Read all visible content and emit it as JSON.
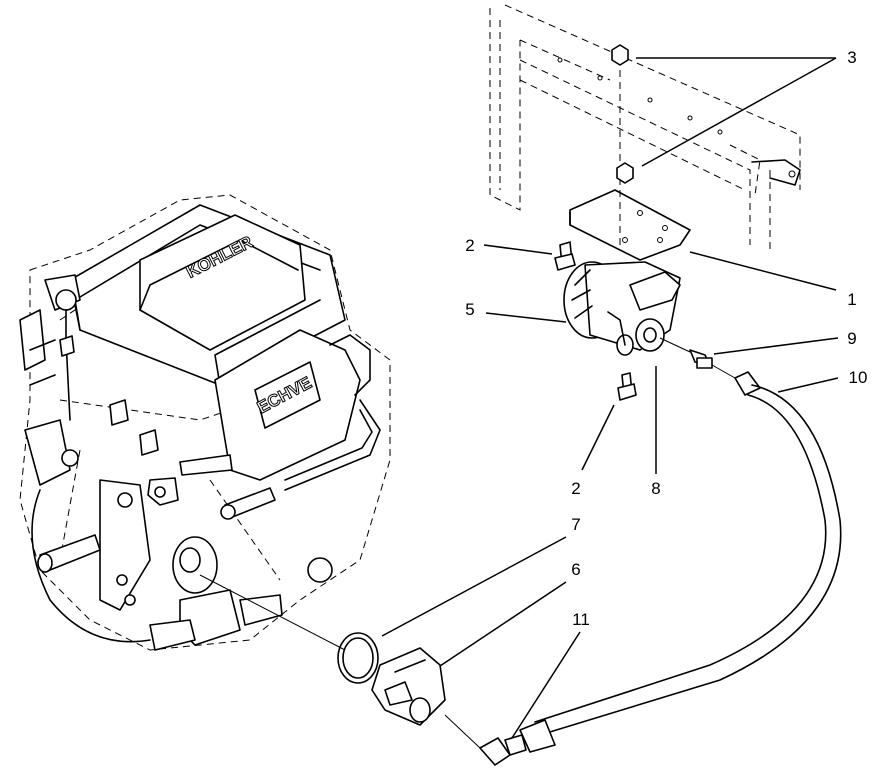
{
  "diagram": {
    "engine_brand": "KOHLER",
    "engine_model": "ECHVE",
    "callouts": [
      "1",
      "2",
      "2",
      "3",
      "5",
      "6",
      "7",
      "8",
      "9",
      "10",
      "11"
    ]
  }
}
